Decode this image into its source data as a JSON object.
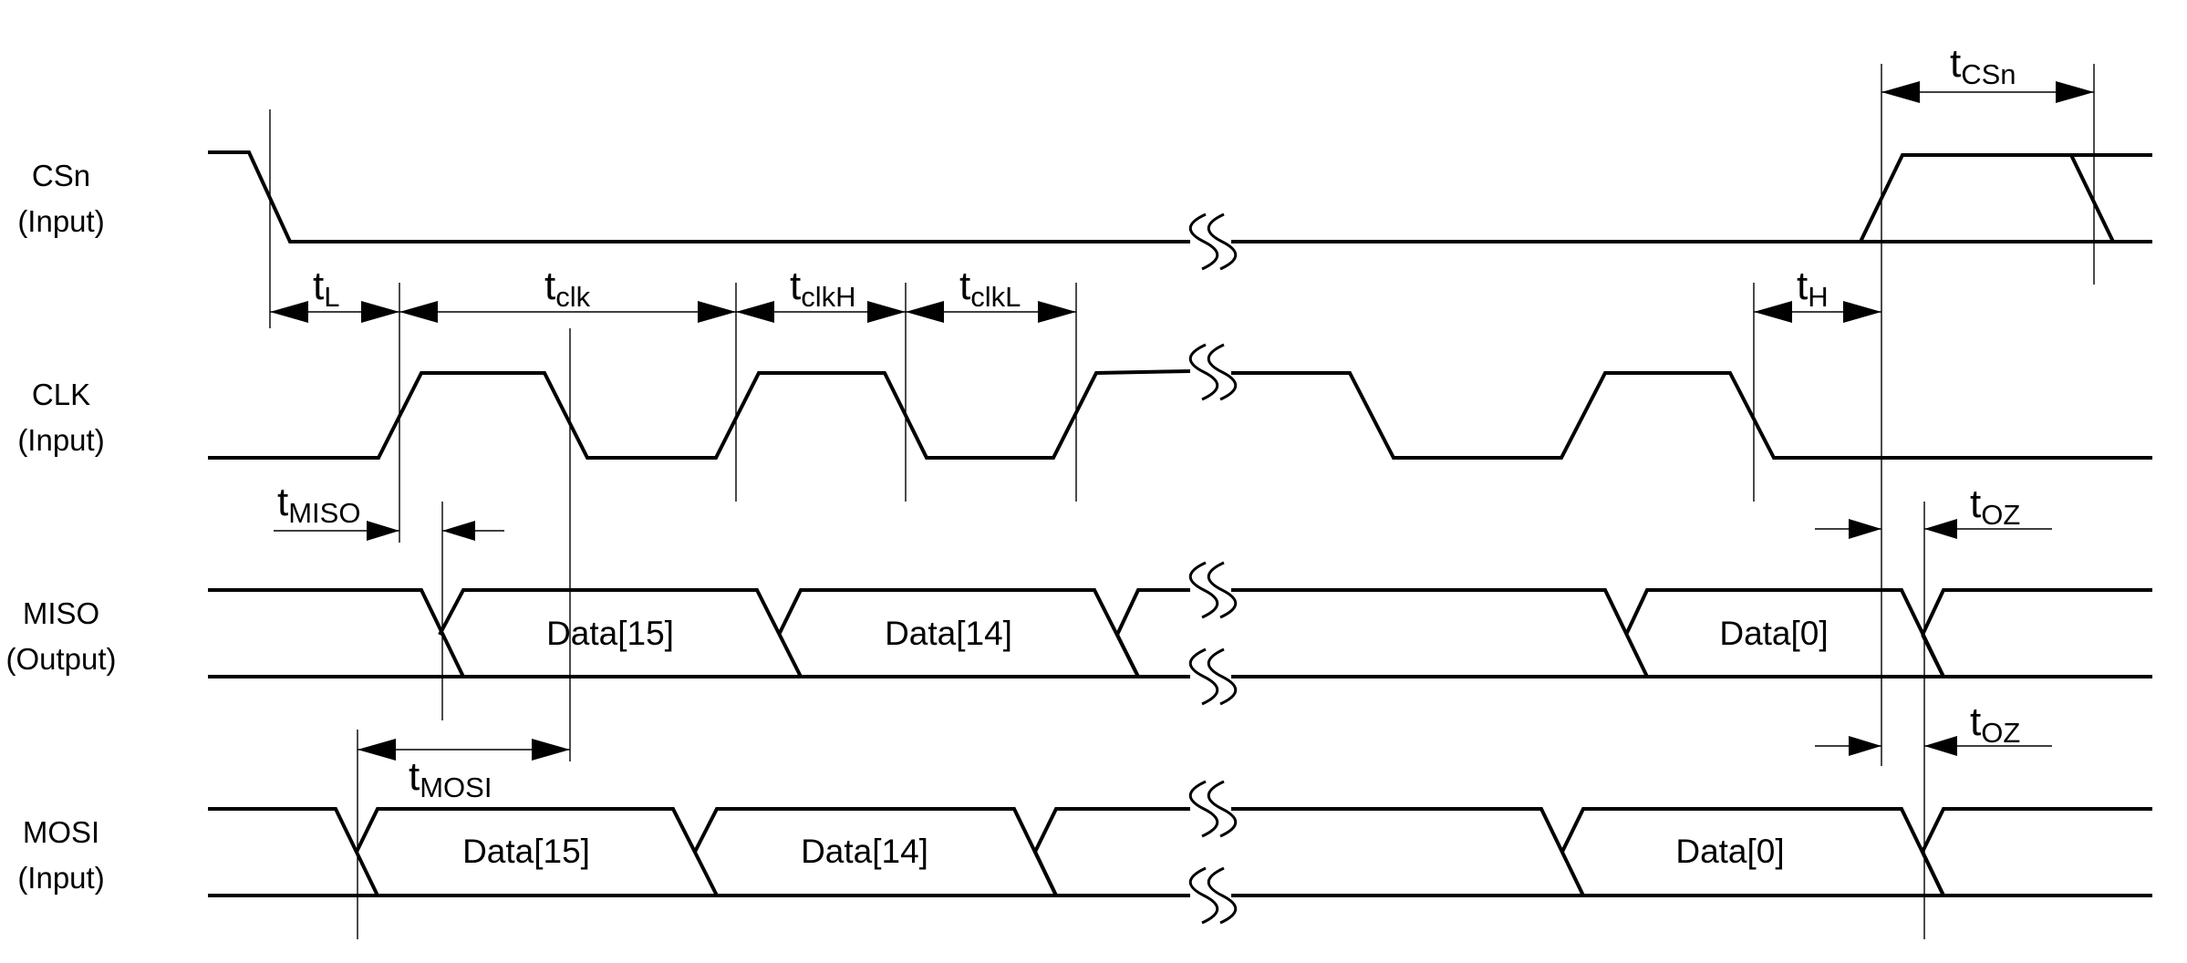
{
  "signals": [
    {
      "name": "CSn",
      "dir": "(Input)"
    },
    {
      "name": "CLK",
      "dir": "(Input)"
    },
    {
      "name": "MISO",
      "dir": "(Output)"
    },
    {
      "name": "MOSI",
      "dir": "(Input)"
    }
  ],
  "miso_data": [
    "Data[15]",
    "Data[14]",
    "Data[0]"
  ],
  "mosi_data": [
    "Data[15]",
    "Data[14]",
    "Data[0]"
  ],
  "timing": {
    "tL": {
      "t": "t",
      "sub": "L"
    },
    "tclk": {
      "t": "t",
      "sub": "clk"
    },
    "tclkH": {
      "t": "t",
      "sub": "clkH"
    },
    "tclkL": {
      "t": "t",
      "sub": "clkL"
    },
    "tH": {
      "t": "t",
      "sub": "H"
    },
    "tCSn": {
      "t": "t",
      "sub": "CSn"
    },
    "tMISO": {
      "t": "t",
      "sub": "MISO"
    },
    "tMOSI": {
      "t": "t",
      "sub": "MOSI"
    },
    "tOZ_miso": {
      "t": "t",
      "sub": "OZ"
    },
    "tOZ_mosi": {
      "t": "t",
      "sub": "OZ"
    }
  }
}
